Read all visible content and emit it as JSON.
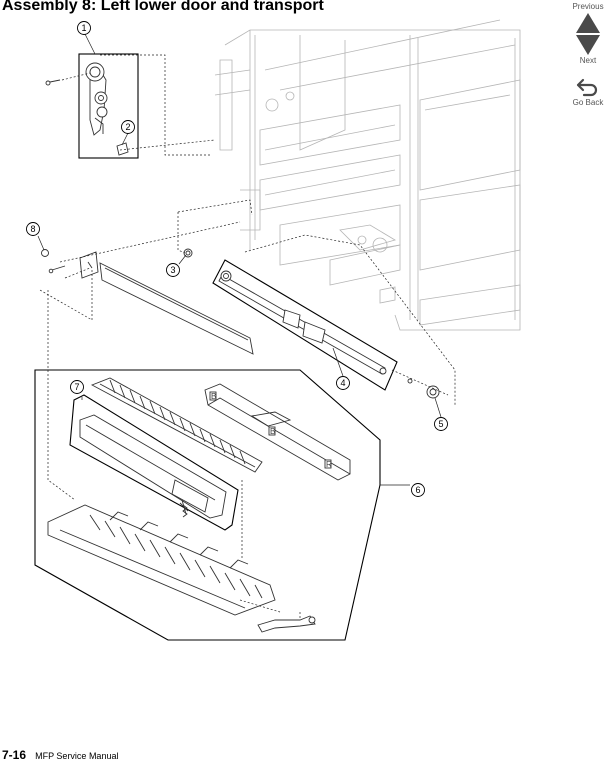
{
  "page": {
    "title": "Assembly 8:  Left lower door and transport",
    "page_number": "7-16",
    "manual_title": "MFP Service Manual"
  },
  "nav": {
    "previous_label": "Previous",
    "next_label": "Next",
    "go_back_label": "Go Back"
  },
  "diagram": {
    "callouts": [
      "1",
      "2",
      "3",
      "4",
      "5",
      "6",
      "7",
      "8"
    ],
    "part_labels": [
      "B",
      "B",
      "R"
    ]
  }
}
